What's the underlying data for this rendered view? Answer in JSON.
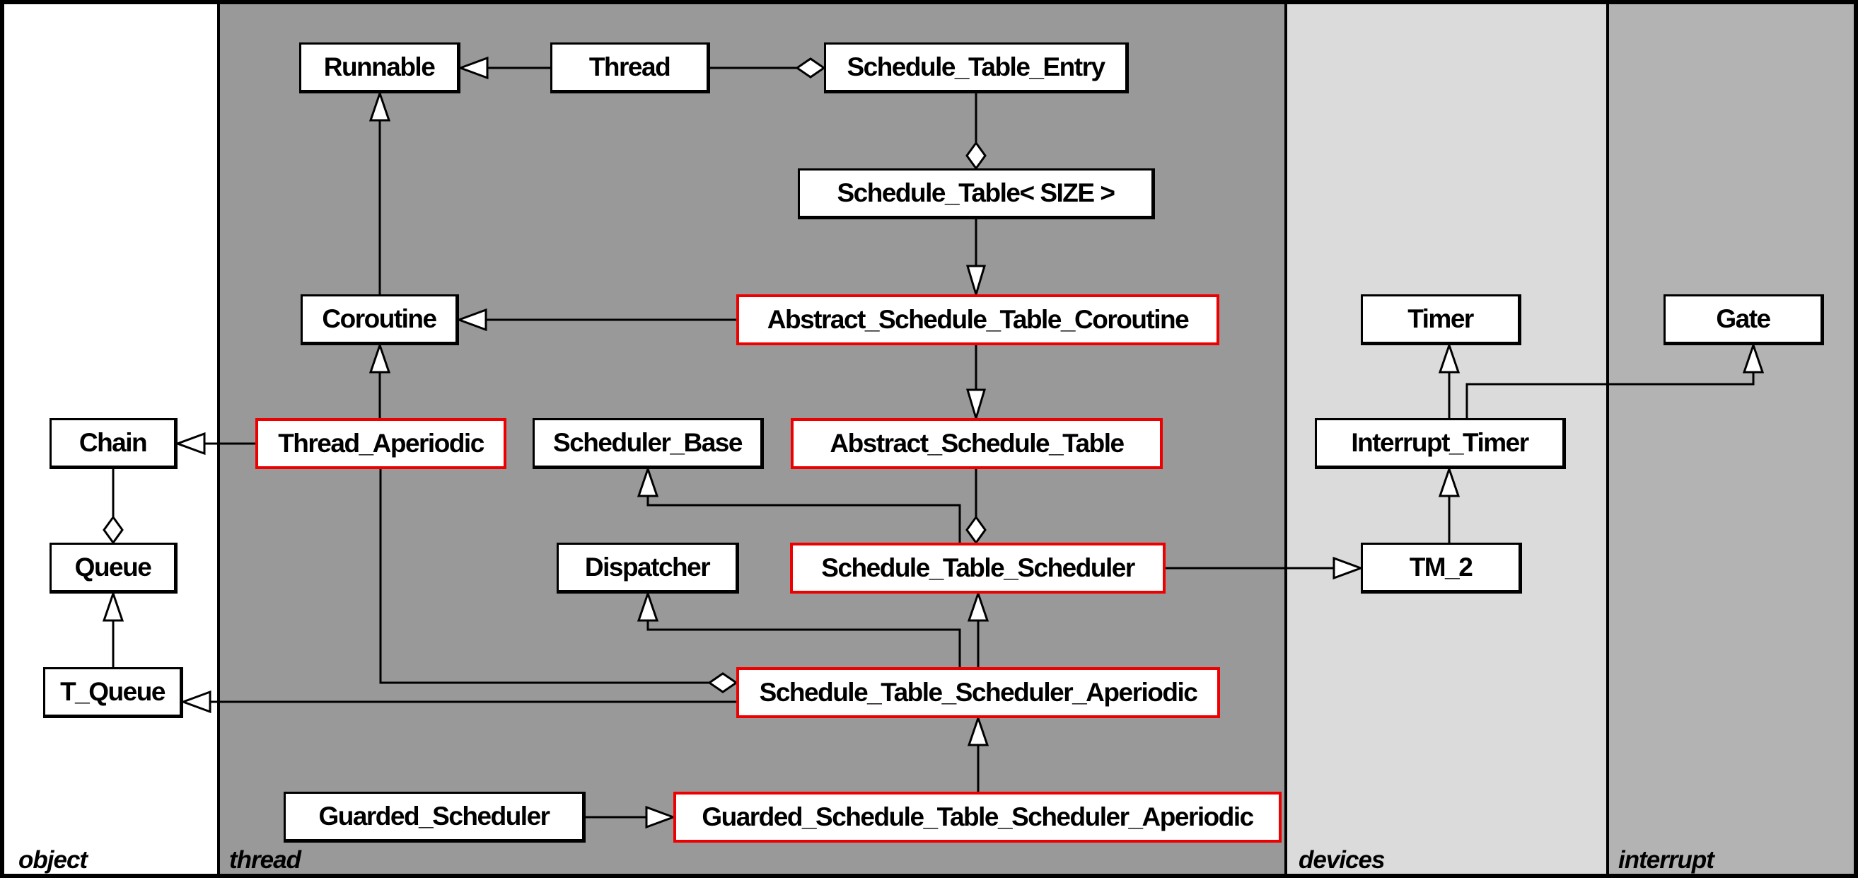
{
  "sections": {
    "object": {
      "label": "object",
      "background": "#ffffff"
    },
    "thread": {
      "label": "thread",
      "background": "#999999"
    },
    "devices": {
      "label": "devices",
      "background": "#dbdbdb"
    },
    "interrupt": {
      "label": "interrupt",
      "background": "#b3b3b3"
    }
  },
  "colors": {
    "box_border": "#000000",
    "highlight_border": "#ee0000",
    "box_background": "#ffffff",
    "line": "#000000"
  },
  "nodes": {
    "runnable": {
      "label": "Runnable",
      "section": "thread",
      "highlighted": false
    },
    "thread": {
      "label": "Thread",
      "section": "thread",
      "highlighted": false
    },
    "schedule_table_entry": {
      "label": "Schedule_Table_Entry",
      "section": "thread",
      "highlighted": false
    },
    "schedule_table": {
      "label": "Schedule_Table< SIZE >",
      "section": "thread",
      "highlighted": false
    },
    "coroutine": {
      "label": "Coroutine",
      "section": "thread",
      "highlighted": false
    },
    "astc": {
      "label": "Abstract_Schedule_Table_Coroutine",
      "section": "thread",
      "highlighted": true
    },
    "chain": {
      "label": "Chain",
      "section": "object",
      "highlighted": false
    },
    "thread_aperiodic": {
      "label": "Thread_Aperiodic",
      "section": "thread",
      "highlighted": true
    },
    "scheduler_base": {
      "label": "Scheduler_Base",
      "section": "thread",
      "highlighted": false
    },
    "ast": {
      "label": "Abstract_Schedule_Table",
      "section": "thread",
      "highlighted": true
    },
    "queue": {
      "label": "Queue",
      "section": "object",
      "highlighted": false
    },
    "dispatcher": {
      "label": "Dispatcher",
      "section": "thread",
      "highlighted": false
    },
    "sts": {
      "label": "Schedule_Table_Scheduler",
      "section": "thread",
      "highlighted": true
    },
    "tm_2": {
      "label": "TM_2",
      "section": "devices",
      "highlighted": false
    },
    "timer": {
      "label": "Timer",
      "section": "devices",
      "highlighted": false
    },
    "interrupt_timer": {
      "label": "Interrupt_Timer",
      "section": "devices",
      "highlighted": false
    },
    "gate": {
      "label": "Gate",
      "section": "interrupt",
      "highlighted": false
    },
    "t_queue": {
      "label": "T_Queue",
      "section": "object",
      "highlighted": false
    },
    "stsa": {
      "label": "Schedule_Table_Scheduler_Aperiodic",
      "section": "thread",
      "highlighted": true
    },
    "guarded_scheduler": {
      "label": "Guarded_Scheduler",
      "section": "thread",
      "highlighted": false
    },
    "gstsa": {
      "label": "Guarded_Schedule_Table_Scheduler_Aperiodic",
      "section": "thread",
      "highlighted": true
    }
  },
  "relationships": [
    {
      "type": "inheritance",
      "derived": "Thread",
      "base": "Runnable"
    },
    {
      "type": "aggregation",
      "part": "Thread",
      "whole": "Schedule_Table_Entry"
    },
    {
      "type": "aggregation",
      "part": "Schedule_Table_Entry",
      "whole": "Schedule_Table< SIZE >"
    },
    {
      "type": "inheritance",
      "derived": "Schedule_Table< SIZE >",
      "base": "Abstract_Schedule_Table_Coroutine"
    },
    {
      "type": "inheritance",
      "derived": "Abstract_Schedule_Table_Coroutine",
      "base": "Coroutine"
    },
    {
      "type": "inheritance",
      "derived": "Coroutine",
      "base": "Runnable"
    },
    {
      "type": "inheritance",
      "derived": "Abstract_Schedule_Table_Coroutine",
      "base": "Abstract_Schedule_Table"
    },
    {
      "type": "aggregation",
      "part": "Abstract_Schedule_Table",
      "whole": "Schedule_Table_Scheduler"
    },
    {
      "type": "inheritance",
      "derived": "Thread_Aperiodic",
      "base": "Coroutine"
    },
    {
      "type": "inheritance",
      "derived": "Thread_Aperiodic",
      "base": "Chain"
    },
    {
      "type": "aggregation",
      "part": "Chain",
      "whole": "Queue"
    },
    {
      "type": "inheritance",
      "derived": "T_Queue",
      "base": "Queue"
    },
    {
      "type": "inheritance",
      "derived": "Schedule_Table_Scheduler_Aperiodic",
      "base": "T_Queue"
    },
    {
      "type": "aggregation",
      "part": "Thread_Aperiodic",
      "whole": "Schedule_Table_Scheduler_Aperiodic"
    },
    {
      "type": "inheritance",
      "derived": "Schedule_Table_Scheduler",
      "base": "Scheduler_Base"
    },
    {
      "type": "inheritance",
      "derived": "Schedule_Table_Scheduler_Aperiodic",
      "base": "Dispatcher"
    },
    {
      "type": "inheritance",
      "derived": "Schedule_Table_Scheduler_Aperiodic",
      "base": "Schedule_Table_Scheduler"
    },
    {
      "type": "inheritance",
      "derived": "Guarded_Schedule_Table_Scheduler_Aperiodic",
      "base": "Schedule_Table_Scheduler_Aperiodic"
    },
    {
      "type": "inheritance",
      "derived": "Guarded_Scheduler",
      "base": "Guarded_Schedule_Table_Scheduler_Aperiodic"
    },
    {
      "type": "inheritance",
      "derived": "Schedule_Table_Scheduler",
      "base": "TM_2"
    },
    {
      "type": "inheritance",
      "derived": "TM_2",
      "base": "Interrupt_Timer"
    },
    {
      "type": "inheritance",
      "derived": "Interrupt_Timer",
      "base": "Timer"
    },
    {
      "type": "inheritance",
      "derived": "Interrupt_Timer",
      "base": "Gate"
    }
  ]
}
